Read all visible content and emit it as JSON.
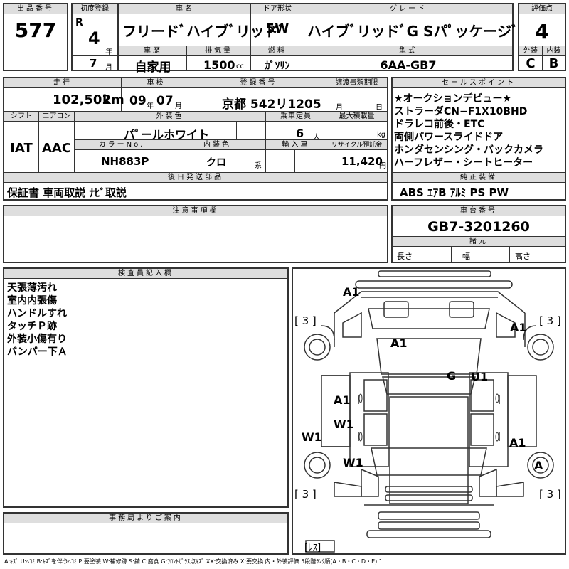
{
  "lot": {
    "label": "出品番号",
    "value": "577"
  },
  "first_reg": {
    "label": "初度登録",
    "era": "R",
    "year": "4",
    "year_unit": "年",
    "month": "7",
    "month_unit": "月"
  },
  "car_name": {
    "label": "車名",
    "value": "フリードﾞハイブﾞリッドﾞ"
  },
  "door": {
    "label": "ドア形状",
    "value": "5W"
  },
  "grade": {
    "label": "グレード",
    "value": "ハイブﾞリッドﾞG Sパﾟッケージﾞ"
  },
  "score": {
    "label": "評価点",
    "value": "4",
    "ext_label": "外装",
    "int_label": "内装",
    "ext_value": "C",
    "int_value": "B"
  },
  "history": {
    "label": "車歴",
    "value": "自家用"
  },
  "displacement": {
    "label": "排気量",
    "value": "1500",
    "unit": "cc"
  },
  "fuel": {
    "label": "燃料",
    "value": "ｶﾞｿﾘﾝ"
  },
  "model": {
    "label": "型式",
    "value": "6AA-GB7"
  },
  "mileage": {
    "label": "走行",
    "value": "102,502",
    "unit": "km"
  },
  "inspection": {
    "label": "車検",
    "year": "09",
    "year_unit": "年",
    "month": "07",
    "month_unit": "月"
  },
  "registration": {
    "label": "登録番号",
    "value": "京都 542リ1205"
  },
  "transfer": {
    "label": "譲渡書類期限",
    "month_unit": "月",
    "day_unit": "日"
  },
  "selling_points": {
    "label": "セールスポイント",
    "lines": [
      "★オークションデビュー★",
      "ストラーダCN−F1X10BHD",
      "ドラレコ前後・ETC",
      "両側パワースライドドア",
      "ホンダセンシング・バックカメラ",
      "ハーフレザー・シートヒーター"
    ]
  },
  "shift": {
    "label": "シフト",
    "value": "IAT"
  },
  "aircon": {
    "label": "エアコン",
    "value": "AAC"
  },
  "ext_color": {
    "label": "外装色",
    "value": "パﾟールホワイト"
  },
  "capacity": {
    "label": "乗車定員",
    "value": "6",
    "unit": "人"
  },
  "max_load": {
    "label": "最大積載量",
    "unit": "kg"
  },
  "color_no": {
    "label": "カラーNo.",
    "value": "NH883P"
  },
  "int_color": {
    "label": "内装色",
    "value": "クロ",
    "unit": "系"
  },
  "import": {
    "label": "輸入車"
  },
  "recycle": {
    "label": "リサイクル預託金",
    "value": "11,420",
    "unit": "円"
  },
  "later_parts": {
    "label": "後日発送部品",
    "value": "保証書 車両取説 ﾅﾋﾞ取説"
  },
  "equipment": {
    "label": "純正装備",
    "value": "ABS ｴｱB ｱﾙﾐ PS PW"
  },
  "notes": {
    "label": "注意事項欄"
  },
  "chassis": {
    "label": "車台番号",
    "value": "GB7-3201260"
  },
  "specs": {
    "label": "諸元",
    "length": "長さ",
    "width": "幅",
    "height": "高さ"
  },
  "inspector": {
    "label": "検査員記入欄",
    "lines": [
      "天張薄汚れ",
      "室内内張傷",
      "ハンドルすれ",
      "タッチＰ跡",
      "外装小傷有り",
      "バンパー下Ａ"
    ]
  },
  "office": {
    "label": "事務局よりご案内"
  },
  "diagram": {
    "marks": [
      "A1",
      "A1",
      "A1",
      "G",
      "U1",
      "A1",
      "W1",
      "W1",
      "W1",
      "A1",
      "A"
    ],
    "tire_labels": [
      "[ 3 ]",
      "[ 3 ]",
      "[ 3 ]",
      "[ 3 ]"
    ],
    "spare_label": "[ﾚｽ]"
  },
  "legend": "A:ｷｽﾞ U:ﾍｺﾐ B:ｷｽﾞを伴うﾍｺﾐ P:要塗装 W:補修跡 S:錆 C:腐食 G:ﾌﾛﾝﾄｶﾞﾗｽ点ｷｽﾞ XX:交換済み X:要交換 内・外装評価 5段階ﾗﾝｸ順(A・B・C・D・E) 1"
}
